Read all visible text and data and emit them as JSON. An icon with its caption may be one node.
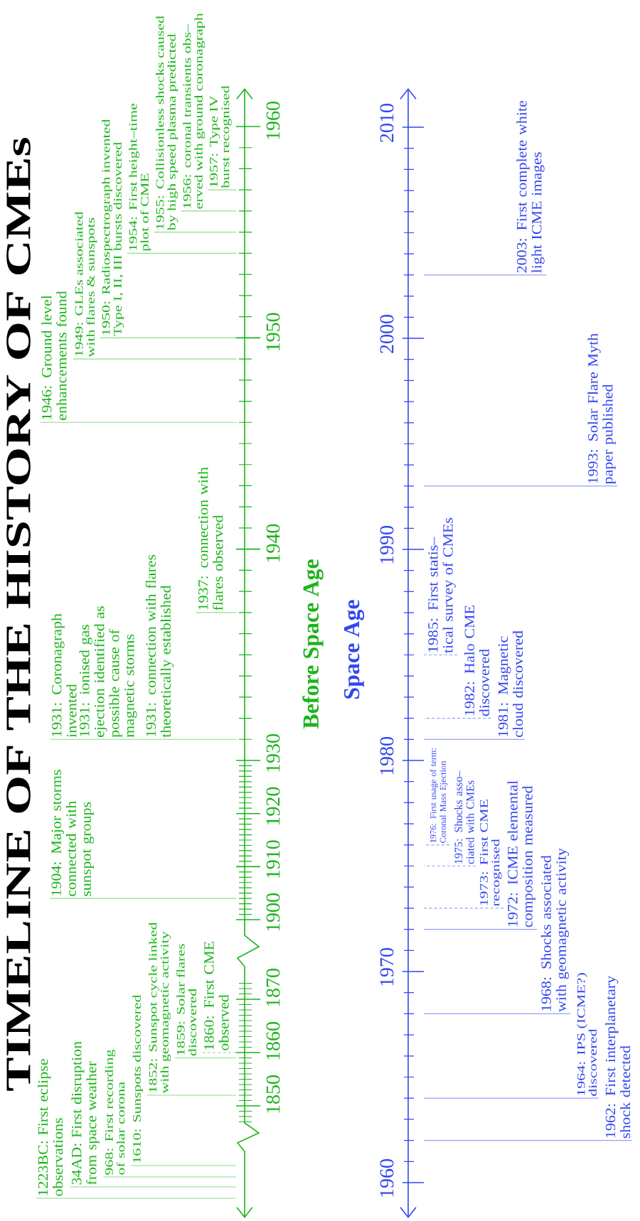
{
  "diagram": {
    "title": "TIMELINE OF THE HISTORY OF CMEs",
    "nodes": [
      {
        "text": [
          "1223BC: First eclipse observations"
        ]
      },
      {
        "text": [
          "1860: First CME observed"
        ]
      },
      {
        "text": [
          "34AD: First disruption from space weather"
        ]
      },
      {
        "text": [
          "968: First recording of solar corona"
        ]
      },
      {
        "text": [
          "1610: Sunspots discovered"
        ]
      },
      {
        "text": [
          "1852: Sunspot cycle linked with geomagnetic activity"
        ]
      },
      {
        "text": [
          "1859: Solar flares discovered"
        ]
      },
      {
        "text": [
          "1904: Major storms connected with sunspot groups"
        ]
      },
      {
        "text": [
          "1931: Coronagraph invented",
          "1931: ionised gas ejection identified as possible cause of magnetic storms",
          "1931: connection with flares theoretically established"
        ]
      },
      {
        "text": [
          "1937: connection with flares observed"
        ]
      },
      {
        "text": [
          "1946: Ground level enhancements found"
        ]
      },
      {
        "text": [
          "1949: GLEs associated with flares & sunspots"
        ]
      },
      {
        "text": [
          "1950: Radiospectrograph invented Type I, II, III bursts discovered"
        ]
      },
      {
        "text": [
          "1954: First height–time plot of CME"
        ]
      },
      {
        "text": [
          "1955: Collisionless shocks caused by high speed plasma predicted"
        ]
      },
      {
        "text": [
          "1956: coronal transients obs– erved with ground coronagraph"
        ]
      },
      {
        "text": [
          "1957: Type IV burst recognised"
        ]
      },
      {
        "text": [],
        "shape": "axis",
        "beside": [
          "1850",
          "1860",
          "1870",
          "1900",
          "1910",
          "1920",
          "1930",
          "1940",
          "1950",
          "1960",
          "Before Space Age"
        ]
      },
      {
        "text": [],
        "shape": "axis",
        "beside": [
          "1960",
          "1970",
          "1980",
          "1990",
          "2000",
          "2010",
          "Space Age"
        ]
      },
      {
        "text": [
          "1962: First interplanetary shock detected"
        ]
      },
      {
        "text": [
          "1964: IPS (ICME?) discovered"
        ]
      },
      {
        "text": [
          "1968: Shocks associated with geomagnetic activity"
        ]
      },
      {
        "text": [
          "1972: ICME elemental composition measured"
        ]
      },
      {
        "text": [
          "1973: First CME recognised"
        ]
      },
      {
        "text": [
          "1975: Shocks asso– ciated with CMEs"
        ]
      },
      {
        "text": [
          "1976: First usage of term: Coronal Mass Ejection"
        ]
      },
      {
        "text": [
          "1981: Magnetic cloud discovered"
        ]
      },
      {
        "text": [
          "1982: Halo CME discovered"
        ]
      },
      {
        "text": [
          "1985: First statis– tical survey of CMEs"
        ]
      },
      {
        "text": [
          "1993: Solar Flare Myth paper published"
        ]
      },
      {
        "text": [
          "2003: First complete white light ICME images"
        ]
      }
    ],
    "edges": [
      {
        "from": 0,
        "to": 17,
        "arrow": "none"
      },
      {
        "from": 1,
        "to": 17,
        "arrow": "none",
        "style": "dashed"
      },
      {
        "from": 2,
        "to": 17,
        "arrow": "none"
      },
      {
        "from": 3,
        "to": 17,
        "arrow": "none"
      },
      {
        "from": 4,
        "to": 17,
        "arrow": "none"
      },
      {
        "from": 5,
        "to": 17,
        "arrow": "none"
      },
      {
        "from": 6,
        "to": 17,
        "arrow": "none"
      },
      {
        "from": 7,
        "to": 17,
        "arrow": "none"
      },
      {
        "from": 8,
        "to": 17,
        "arrow": "none"
      },
      {
        "from": 9,
        "to": 17,
        "arrow": "none"
      },
      {
        "from": 10,
        "to": 17,
        "arrow": "none"
      },
      {
        "from": 11,
        "to": 17,
        "arrow": "none"
      },
      {
        "from": 12,
        "to": 17,
        "arrow": "none"
      },
      {
        "from": 13,
        "to": 17,
        "arrow": "none"
      },
      {
        "from": 14,
        "to": 17,
        "arrow": "none"
      },
      {
        "from": 15,
        "to": 17,
        "arrow": "none"
      },
      {
        "from": 16,
        "to": 17,
        "arrow": "none"
      },
      {
        "from": 19,
        "to": 18,
        "arrow": "none",
        "color": "#95a3f2"
      },
      {
        "from": 20,
        "to": 18,
        "arrow": "none",
        "color": "#95a3f2"
      },
      {
        "from": 21,
        "to": 18,
        "arrow": "none",
        "color": "#95a3f2"
      },
      {
        "from": 22,
        "to": 18,
        "arrow": "none",
        "color": "#95a3f2"
      },
      {
        "from": 23,
        "to": 18,
        "arrow": "none",
        "style": "dashed",
        "color": "#95a3f2"
      },
      {
        "from": 24,
        "to": 18,
        "arrow": "none",
        "style": "dashed",
        "color": "#95a3f2"
      },
      {
        "from": 25,
        "to": 18,
        "arrow": "none",
        "style": "dashed",
        "color": "#95a3f2"
      },
      {
        "from": 26,
        "to": 18,
        "arrow": "none",
        "color": "#95a3f2"
      },
      {
        "from": 27,
        "to": 18,
        "arrow": "none",
        "style": "dashed",
        "color": "#95a3f2"
      },
      {
        "from": 28,
        "to": 18,
        "arrow": "none",
        "style": "dashed",
        "color": "#95a3f2"
      },
      {
        "from": 29,
        "to": 18,
        "arrow": "none",
        "color": "#95a3f2"
      },
      {
        "from": 30,
        "to": 18,
        "arrow": "none",
        "color": "#95a3f2"
      }
    ]
  }
}
